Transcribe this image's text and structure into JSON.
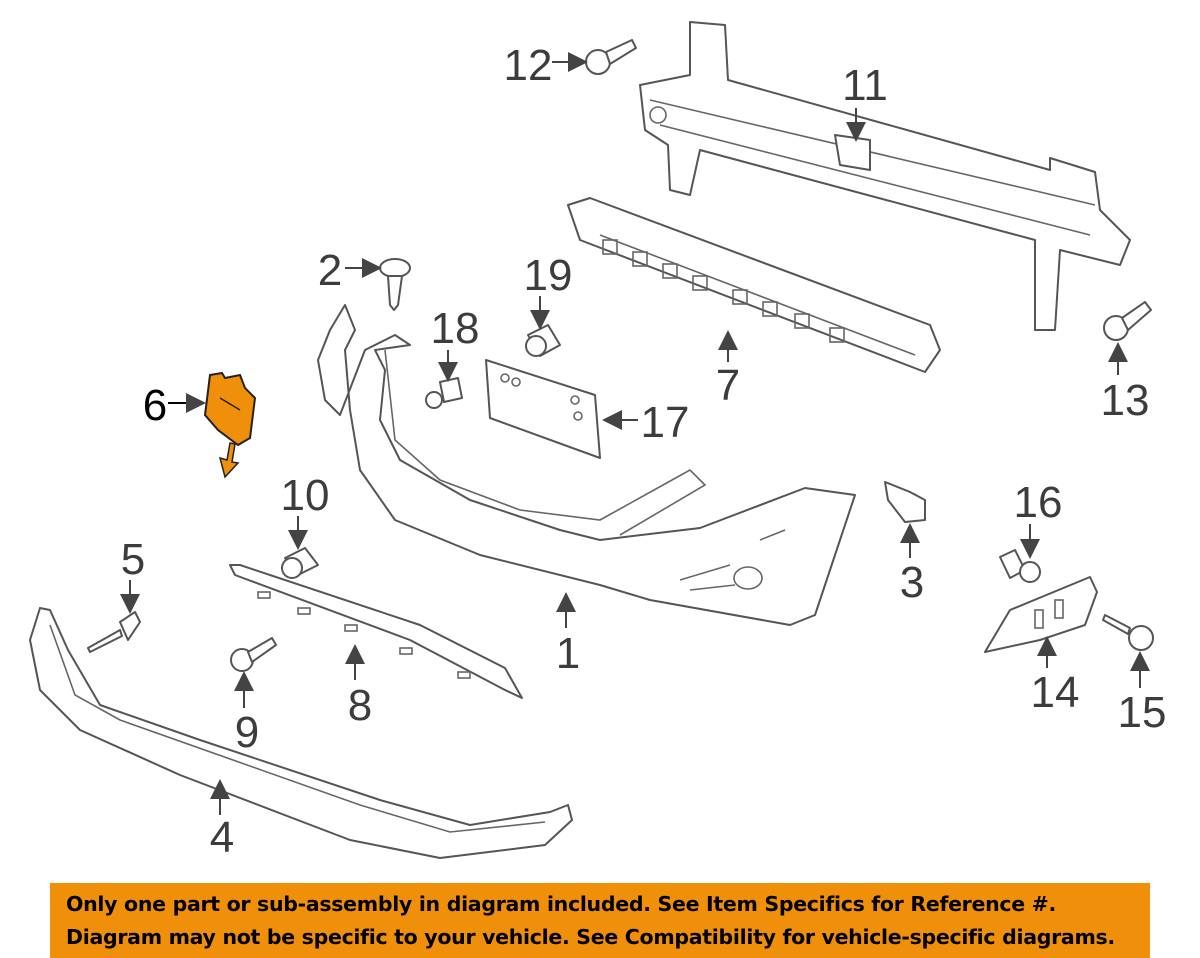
{
  "diagram": {
    "highlight_color": "#F0900A",
    "highlighted_part": "6",
    "callouts": [
      "1",
      "2",
      "3",
      "4",
      "5",
      "6",
      "7",
      "8",
      "9",
      "10",
      "11",
      "12",
      "13",
      "14",
      "15",
      "16",
      "17",
      "18",
      "19"
    ]
  },
  "banner": {
    "line1": "Only one part or sub-assembly in diagram included. See Item Specifics for Reference #.",
    "line2": "Diagram may not be specific to your vehicle. See Compatibility for vehicle-specific diagrams.",
    "background": "#F0900A"
  }
}
